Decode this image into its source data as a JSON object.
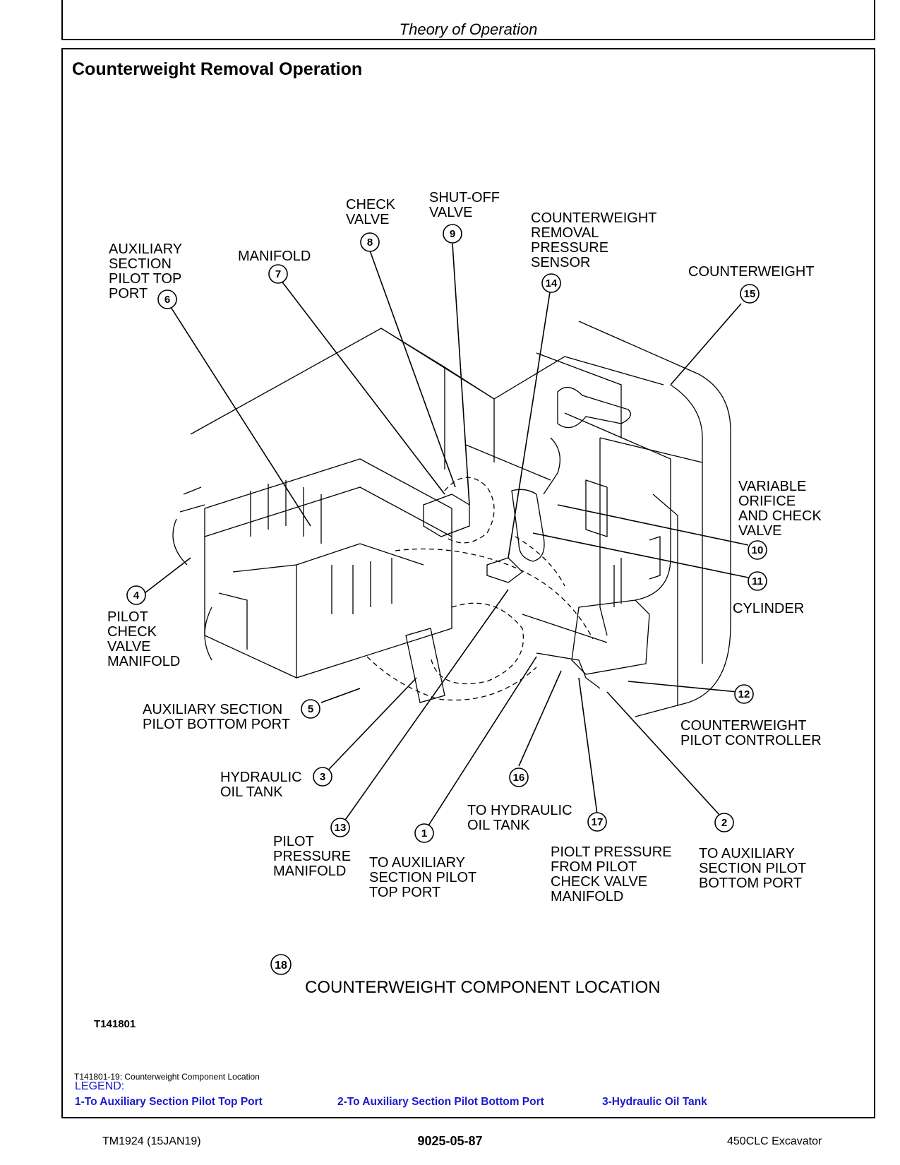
{
  "header": {
    "title": "Theory of Operation"
  },
  "section": {
    "title": "Counterweight Removal Operation"
  },
  "diagram": {
    "labels": {
      "l1": "TO AUXILIARY\nSECTION PILOT\nTOP PORT",
      "l2": "TO AUXILIARY\nSECTION PILOT\nBOTTOM PORT",
      "l3": "HYDRAULIC\nOIL TANK",
      "l4": "PILOT\nCHECK\nVALVE\nMANIFOLD",
      "l5": "AUXILIARY SECTION\nPILOT BOTTOM PORT",
      "l6": "AUXILIARY\nSECTION\nPILOT TOP\nPORT",
      "l7": "MANIFOLD",
      "l8": "CHECK\nVALVE",
      "l9": "SHUT-OFF\nVALVE",
      "l10": "VARIABLE\nORIFICE\nAND CHECK\nVALVE",
      "l11": "CYLINDER",
      "l12": "COUNTERWEIGHT\nPILOT CONTROLLER",
      "l13": "PILOT\nPRESSURE\nMANIFOLD",
      "l14": "COUNTERWEIGHT\nREMOVAL\nPRESSURE\nSENSOR",
      "l15": "COUNTERWEIGHT",
      "l16": "TO HYDRAULIC\nOIL TANK",
      "l17": "PIOLT PRESSURE\nFROM PILOT\nCHECK VALVE\nMANIFOLD"
    },
    "callouts": [
      "1",
      "2",
      "3",
      "4",
      "5",
      "6",
      "7",
      "8",
      "9",
      "10",
      "11",
      "12",
      "13",
      "14",
      "15",
      "16",
      "17",
      "18"
    ],
    "figure_title": "COUNTERWEIGHT COMPONENT LOCATION",
    "figure_id": "T141801"
  },
  "caption": "T141801-19: Counterweight Component Location",
  "legend": {
    "title": "LEGEND:",
    "items": [
      "1-To Auxiliary Section Pilot Top Port",
      "2-To Auxiliary Section Pilot Bottom Port",
      "3-Hydraulic Oil Tank"
    ]
  },
  "footer": {
    "left": "TM1924 (15JAN19)",
    "center": "9025-05-87",
    "right": "450CLC Excavator"
  }
}
